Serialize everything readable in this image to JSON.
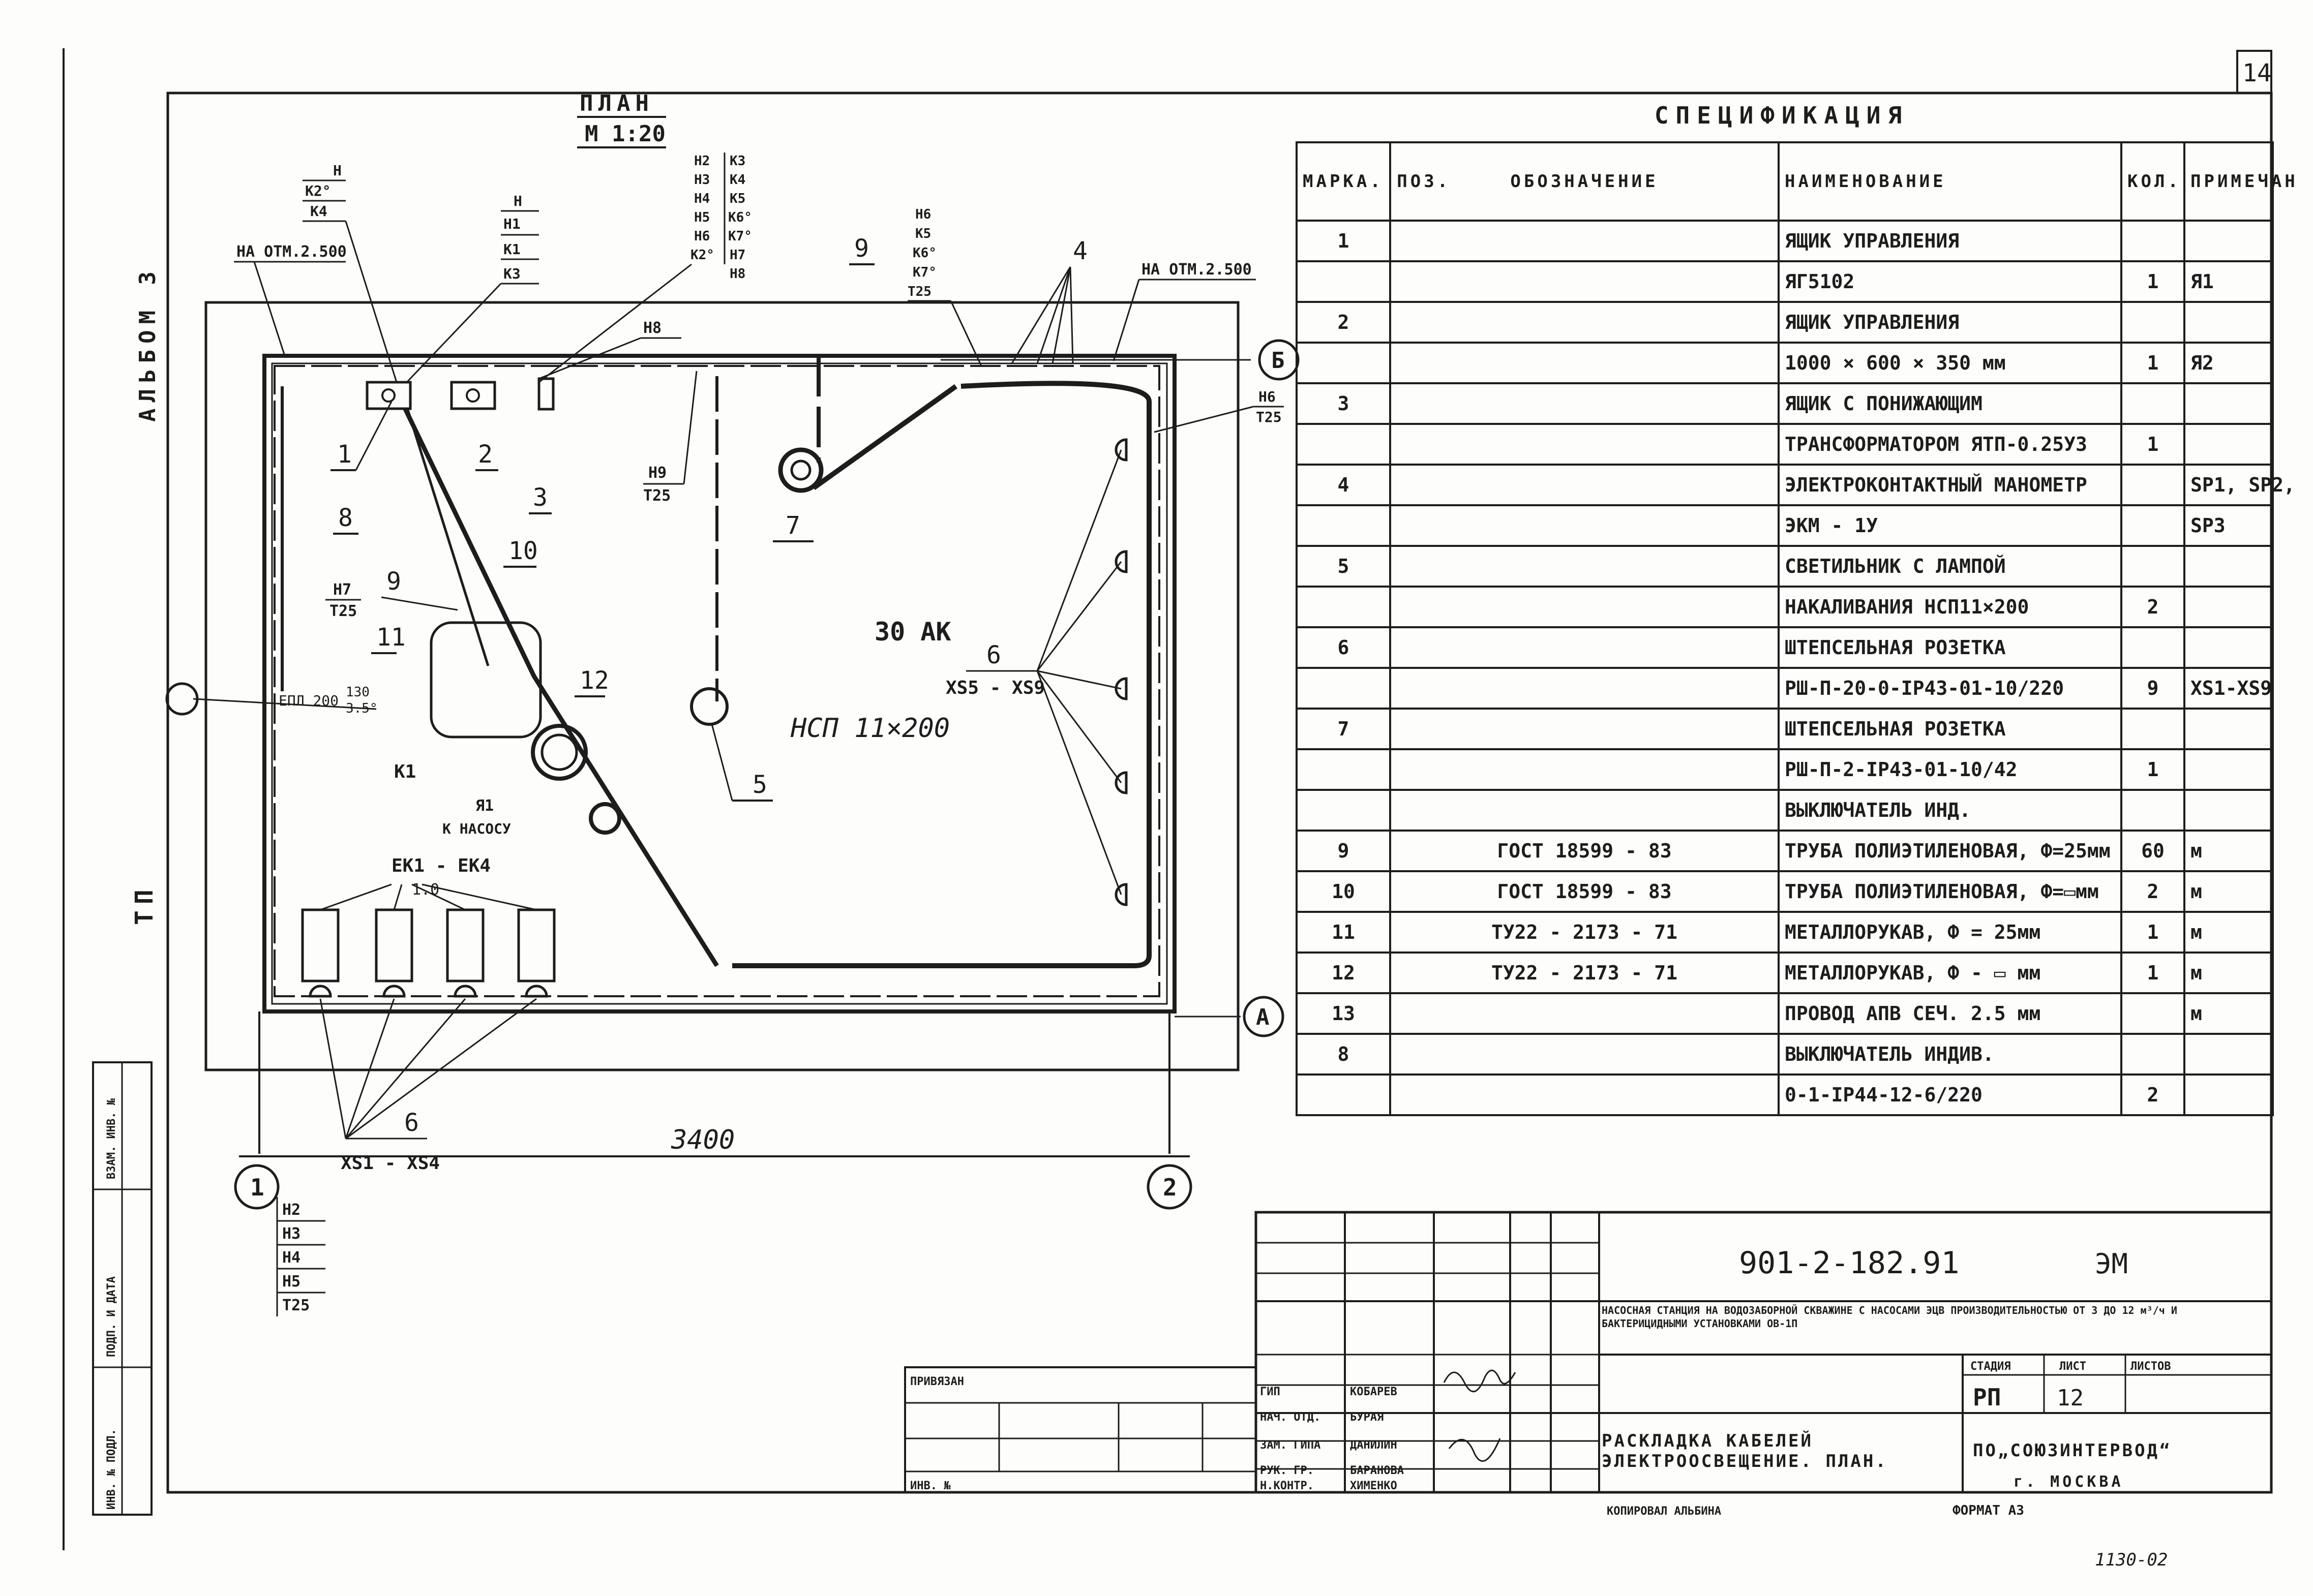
{
  "sheet_number": "14",
  "plan": {
    "title": "ПЛАН",
    "scale": "М 1:20"
  },
  "side_labels": {
    "album": "АЛЬБОМ 3",
    "tp": "ТП"
  },
  "axes": {
    "b": "Б",
    "a": "А",
    "one": "1",
    "two": "2"
  },
  "dimension": "3400",
  "labels": {
    "otm_left": "НА ОТМ.2.500",
    "otm_right": "НА ОТМ.2.500",
    "k_nasosu": "К НАСОСУ",
    "room": "30 АК",
    "lamp": "НСП 11×200",
    "xs59": "XS5 - XS9",
    "xs14": "XS1 - XS4",
    "ek": "ЕК1 - ЕК4",
    "ek_sub": "1.0",
    "epl": "ЕПЛ 200",
    "epl_frac_top": "130",
    "epl_frac_bot": "3.5°",
    "h9": "Н9",
    "t25_h9": "Т25",
    "h8": "Н8",
    "h6": "Н6",
    "t25_h6": "Т25",
    "h7": "Н7",
    "t25_h7": "Т25",
    "y1": "Я1",
    "k1": "К1"
  },
  "markers": [
    "1",
    "2",
    "3",
    "4",
    "5",
    "6",
    "6",
    "7",
    "8",
    "9",
    "9",
    "10",
    "11",
    "12"
  ],
  "cable_stacks": {
    "s1": [
      "Н",
      "К2°",
      "К4"
    ],
    "s2": [
      "Н",
      "Н1",
      "К1",
      "К3"
    ],
    "s3": [
      "Н2",
      "Н3",
      "Н4",
      "Н5",
      "Н6",
      "К2°"
    ],
    "s3b": [
      "К3",
      "К4",
      "К5",
      "К6°",
      "К7°",
      "Н7",
      "Н8"
    ],
    "s4": [
      "Н6",
      "К5",
      "К6°",
      "К7°",
      "Т25"
    ],
    "s5": [
      "Н2",
      "Н3",
      "Н4",
      "Н5",
      "Т25"
    ]
  },
  "spec": {
    "title": "СПЕЦИФИКАЦИЯ",
    "headers": [
      "МАРКА. ПОЗ.",
      "ОБОЗНАЧЕНИЕ",
      "НАИМЕНОВАНИЕ",
      "КОЛ.",
      "ПРИМЕЧАН"
    ],
    "rows": [
      [
        "1",
        "",
        "ЯЩИК УПРАВЛЕНИЯ",
        "",
        ""
      ],
      [
        "",
        "",
        "ЯГ5102",
        "1",
        "Я1"
      ],
      [
        "2",
        "",
        "ЯЩИК УПРАВЛЕНИЯ",
        "",
        ""
      ],
      [
        "",
        "",
        "1000 × 600 × 350 мм",
        "1",
        "Я2"
      ],
      [
        "3",
        "",
        "ЯЩИК С ПОНИЖАЮЩИМ",
        "",
        ""
      ],
      [
        "",
        "",
        "ТРАНСФОРМАТОРОМ ЯТП-0.25У3",
        "1",
        ""
      ],
      [
        "4",
        "",
        "ЭЛЕКТРОКОНТАКТНЫЙ МАНОМЕТР",
        "",
        "SP1, SP2,"
      ],
      [
        "",
        "",
        "ЭКМ - 1У",
        "",
        "SP3"
      ],
      [
        "5",
        "",
        "СВЕТИЛЬНИК С ЛАМПОЙ",
        "",
        ""
      ],
      [
        "",
        "",
        "НАКАЛИВАНИЯ НСП11×200",
        "2",
        ""
      ],
      [
        "6",
        "",
        "ШТЕПСЕЛЬНАЯ РОЗЕТКА",
        "",
        ""
      ],
      [
        "",
        "",
        "РШ-П-20-0-IP43-01-10/220",
        "9",
        "XS1-XS9"
      ],
      [
        "7",
        "",
        "ШТЕПСЕЛЬНАЯ РОЗЕТКА",
        "",
        ""
      ],
      [
        "",
        "",
        "РШ-П-2-IP43-01-10/42",
        "1",
        ""
      ],
      [
        "",
        "",
        "ВЫКЛЮЧАТЕЛЬ ИНД.",
        "",
        ""
      ],
      [
        "9",
        "ГОСТ 18599 - 83",
        "ТРУБА ПОЛИЭТИЛЕНОВАЯ, Ф=25мм",
        "60",
        "м"
      ],
      [
        "10",
        "ГОСТ 18599 - 83",
        "ТРУБА ПОЛИЭТИЛЕНОВАЯ, Ф=▭мм",
        "2",
        "м"
      ],
      [
        "11",
        "ТУ22 - 2173 - 71",
        "МЕТАЛЛОРУКАВ, Ф = 25мм",
        "1",
        "м"
      ],
      [
        "12",
        "ТУ22 - 2173 - 71",
        "МЕТАЛЛОРУКАВ, Ф - ▭ мм",
        "1",
        "м"
      ],
      [
        "13",
        "",
        "ПРОВОД АПВ СЕЧ. 2.5 мм",
        "",
        "м"
      ],
      [
        "8",
        "",
        "ВЫКЛЮЧАТЕЛЬ ИНДИВ.",
        "",
        ""
      ],
      [
        "",
        "",
        "0-1-IP44-12-6/220",
        "2",
        ""
      ]
    ]
  },
  "title_block": {
    "code": "901-2-182.91",
    "sheet_mark": "ЭМ",
    "project": "НАСОСНАЯ СТАНЦИЯ НА ВОДОЗАБОРНОЙ СКВАЖИНЕ С НАСОСАМИ ЭЦВ ПРОИЗВОДИТЕЛЬНОСТЬЮ ОТ 3 ДО 12 м³/ч И БАКТЕРИЦИДНЫМИ УСТАНОВКАМИ ОВ-1П",
    "drawing_name": "РАСКЛАДКА КАБЕЛЕЙ ЭЛЕКТРООСВЕЩЕНИЕ. ПЛАН.",
    "stage_label": "СТАДИЯ",
    "sheet_label": "ЛИСТ",
    "sheets_label": "ЛИСТОВ",
    "stage": "РП",
    "sheet": "12",
    "org": "ПО„СОЮЗИНТЕРВОД“",
    "city": "г. МОСКВА",
    "copied": "КОПИРОВАЛ АЛЬБИНА",
    "format": "ФОРМАТ А3",
    "privyazan": "ПРИВЯЗАН",
    "inv": "ИНВ. №",
    "people": [
      [
        "ГИП",
        "КОБАРЕВ"
      ],
      [
        "НАЧ. ОТД.",
        "БУРАЯ"
      ],
      [
        "ЗАМ. ГИПА",
        "ДАНИЛИН"
      ],
      [
        "РУК. ГР.",
        "БАРАНОВА"
      ],
      [
        "Н.КОНТР.",
        "ХИМЕНКО"
      ]
    ],
    "side_stamp": [
      "ВЗАМ. ИНВ. №",
      "ПОДП. И ДАТА",
      "ИНВ. № ПОДЛ."
    ]
  },
  "stamp_bottom": "1130-02"
}
